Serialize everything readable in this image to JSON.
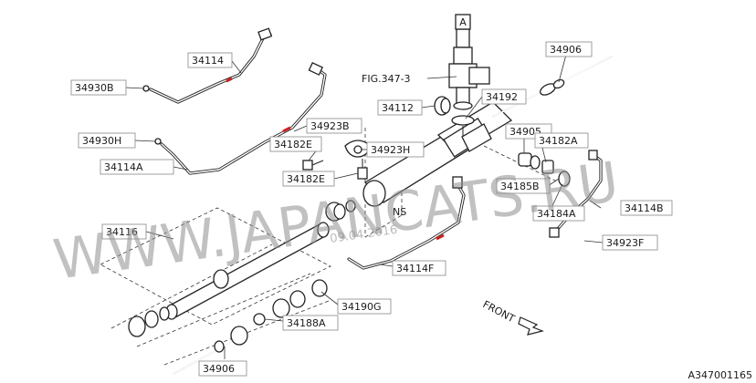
{
  "diagram": {
    "part_labels": {
      "p34114": "34114",
      "p34930b": "34930B",
      "p34930h": "34930H",
      "p34114a": "34114A",
      "p34923b": "34923B",
      "p34182e_top": "34182E",
      "p34923h": "34923H",
      "p34182e_mid": "34182E",
      "p34112": "34112",
      "p34192": "34192",
      "p34906_top": "34906",
      "p34905": "34905",
      "p34182a": "34182A",
      "p34185b": "34185B",
      "p34184a": "34184A",
      "p34114b": "34114B",
      "p34923f": "34923F",
      "p34114f": "34114F",
      "p34116": "34116",
      "p34190g": "34190G",
      "p34188a": "34188A",
      "p34906_bot": "34906"
    },
    "fig_ref": "FIG.347-3",
    "view_marker": "A",
    "ns_label": "NS",
    "front_label": "FRONT",
    "watermark": "WWW.JAPANCATS.RU",
    "date_stamp": "09.04.2016",
    "diagram_code": "A347001165"
  }
}
